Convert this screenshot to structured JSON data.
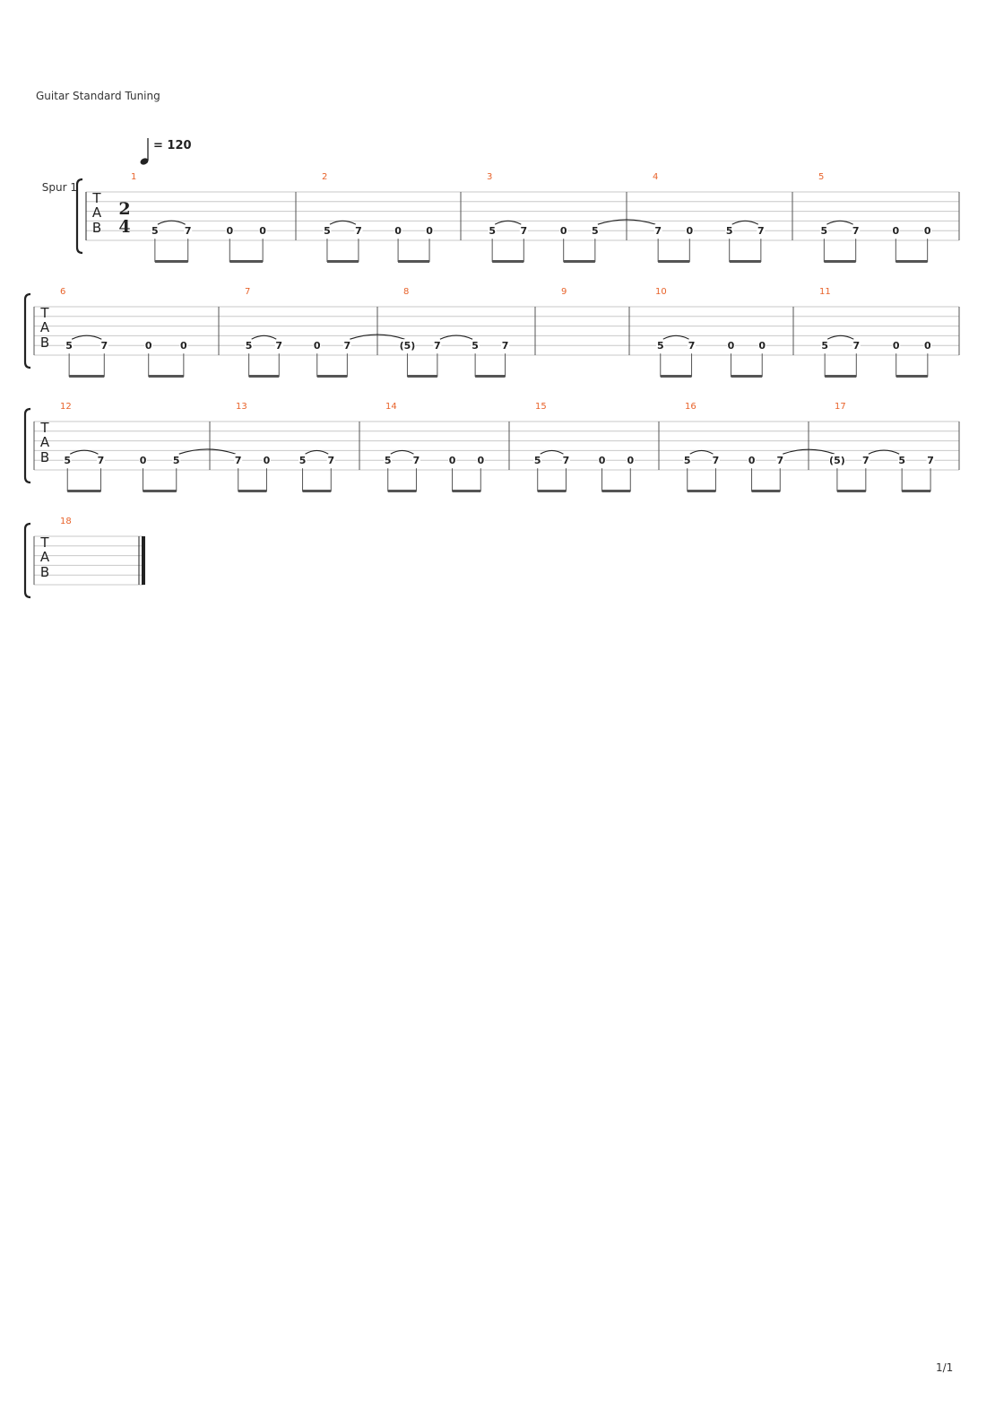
{
  "header": {
    "tuning": "Guitar Standard Tuning",
    "tempo": "= 120",
    "track_name": "Spur 1",
    "time_signature": {
      "top": "2",
      "bottom": "4"
    },
    "tab_letters": [
      "T",
      "A",
      "B"
    ]
  },
  "footer": {
    "page": "1/1"
  },
  "colors": {
    "measure_number": "#e8632b",
    "ink": "#222222",
    "staff_line": "#c8c8c8"
  },
  "systems": [
    {
      "measures": [
        {
          "number": "1",
          "notes": [
            [
              "5",
              "7"
            ],
            [
              "0",
              "0"
            ]
          ],
          "slurs": [
            [
              0,
              1
            ]
          ]
        },
        {
          "number": "2",
          "notes": [
            [
              "5",
              "7"
            ],
            [
              "0",
              "0"
            ]
          ],
          "slurs": [
            [
              0,
              1
            ]
          ]
        },
        {
          "number": "3",
          "notes": [
            [
              "5",
              "7"
            ],
            [
              "0",
              "5"
            ]
          ],
          "slurs": [
            [
              0,
              1
            ],
            [
              3,
              "next"
            ]
          ]
        },
        {
          "number": "4",
          "notes": [
            [
              "7",
              "0"
            ],
            [
              "5",
              "7"
            ]
          ],
          "slurs": [
            [
              2,
              3
            ]
          ]
        },
        {
          "number": "5",
          "notes": [
            [
              "5",
              "7"
            ],
            [
              "0",
              "0"
            ]
          ],
          "slurs": [
            [
              0,
              1
            ]
          ]
        }
      ]
    },
    {
      "measures": [
        {
          "number": "6",
          "notes": [
            [
              "5",
              "7"
            ],
            [
              "0",
              "0"
            ]
          ],
          "slurs": [
            [
              0,
              1
            ]
          ]
        },
        {
          "number": "7",
          "notes": [
            [
              "5",
              "7"
            ],
            [
              "0",
              "7"
            ]
          ],
          "slurs": [
            [
              0,
              1
            ],
            [
              3,
              "next"
            ]
          ]
        },
        {
          "number": "8",
          "notes": [
            [
              "(5)",
              "7"
            ],
            [
              "5",
              "7"
            ]
          ],
          "slurs": [
            [
              1,
              2
            ]
          ]
        },
        {
          "number": "9",
          "notes": [],
          "slurs": []
        },
        {
          "number": "10",
          "notes": [
            [
              "5",
              "7"
            ],
            [
              "0",
              "0"
            ]
          ],
          "slurs": [
            [
              0,
              1
            ]
          ]
        },
        {
          "number": "11",
          "notes": [
            [
              "5",
              "7"
            ],
            [
              "0",
              "0"
            ]
          ],
          "slurs": [
            [
              0,
              1
            ]
          ]
        }
      ]
    },
    {
      "measures": [
        {
          "number": "12",
          "notes": [
            [
              "5",
              "7"
            ],
            [
              "0",
              "5"
            ]
          ],
          "slurs": [
            [
              0,
              1
            ],
            [
              3,
              "next"
            ]
          ]
        },
        {
          "number": "13",
          "notes": [
            [
              "7",
              "0"
            ],
            [
              "5",
              "7"
            ]
          ],
          "slurs": [
            [
              2,
              3
            ]
          ]
        },
        {
          "number": "14",
          "notes": [
            [
              "5",
              "7"
            ],
            [
              "0",
              "0"
            ]
          ],
          "slurs": [
            [
              0,
              1
            ]
          ]
        },
        {
          "number": "15",
          "notes": [
            [
              "5",
              "7"
            ],
            [
              "0",
              "0"
            ]
          ],
          "slurs": [
            [
              0,
              1
            ]
          ]
        },
        {
          "number": "16",
          "notes": [
            [
              "5",
              "7"
            ],
            [
              "0",
              "7"
            ]
          ],
          "slurs": [
            [
              0,
              1
            ],
            [
              3,
              "next"
            ]
          ]
        },
        {
          "number": "17",
          "notes": [
            [
              "(5)",
              "7"
            ],
            [
              "5",
              "7"
            ]
          ],
          "slurs": [
            [
              1,
              2
            ]
          ]
        }
      ]
    },
    {
      "measures": [
        {
          "number": "18",
          "notes": [],
          "slurs": [],
          "final": true
        }
      ]
    }
  ]
}
